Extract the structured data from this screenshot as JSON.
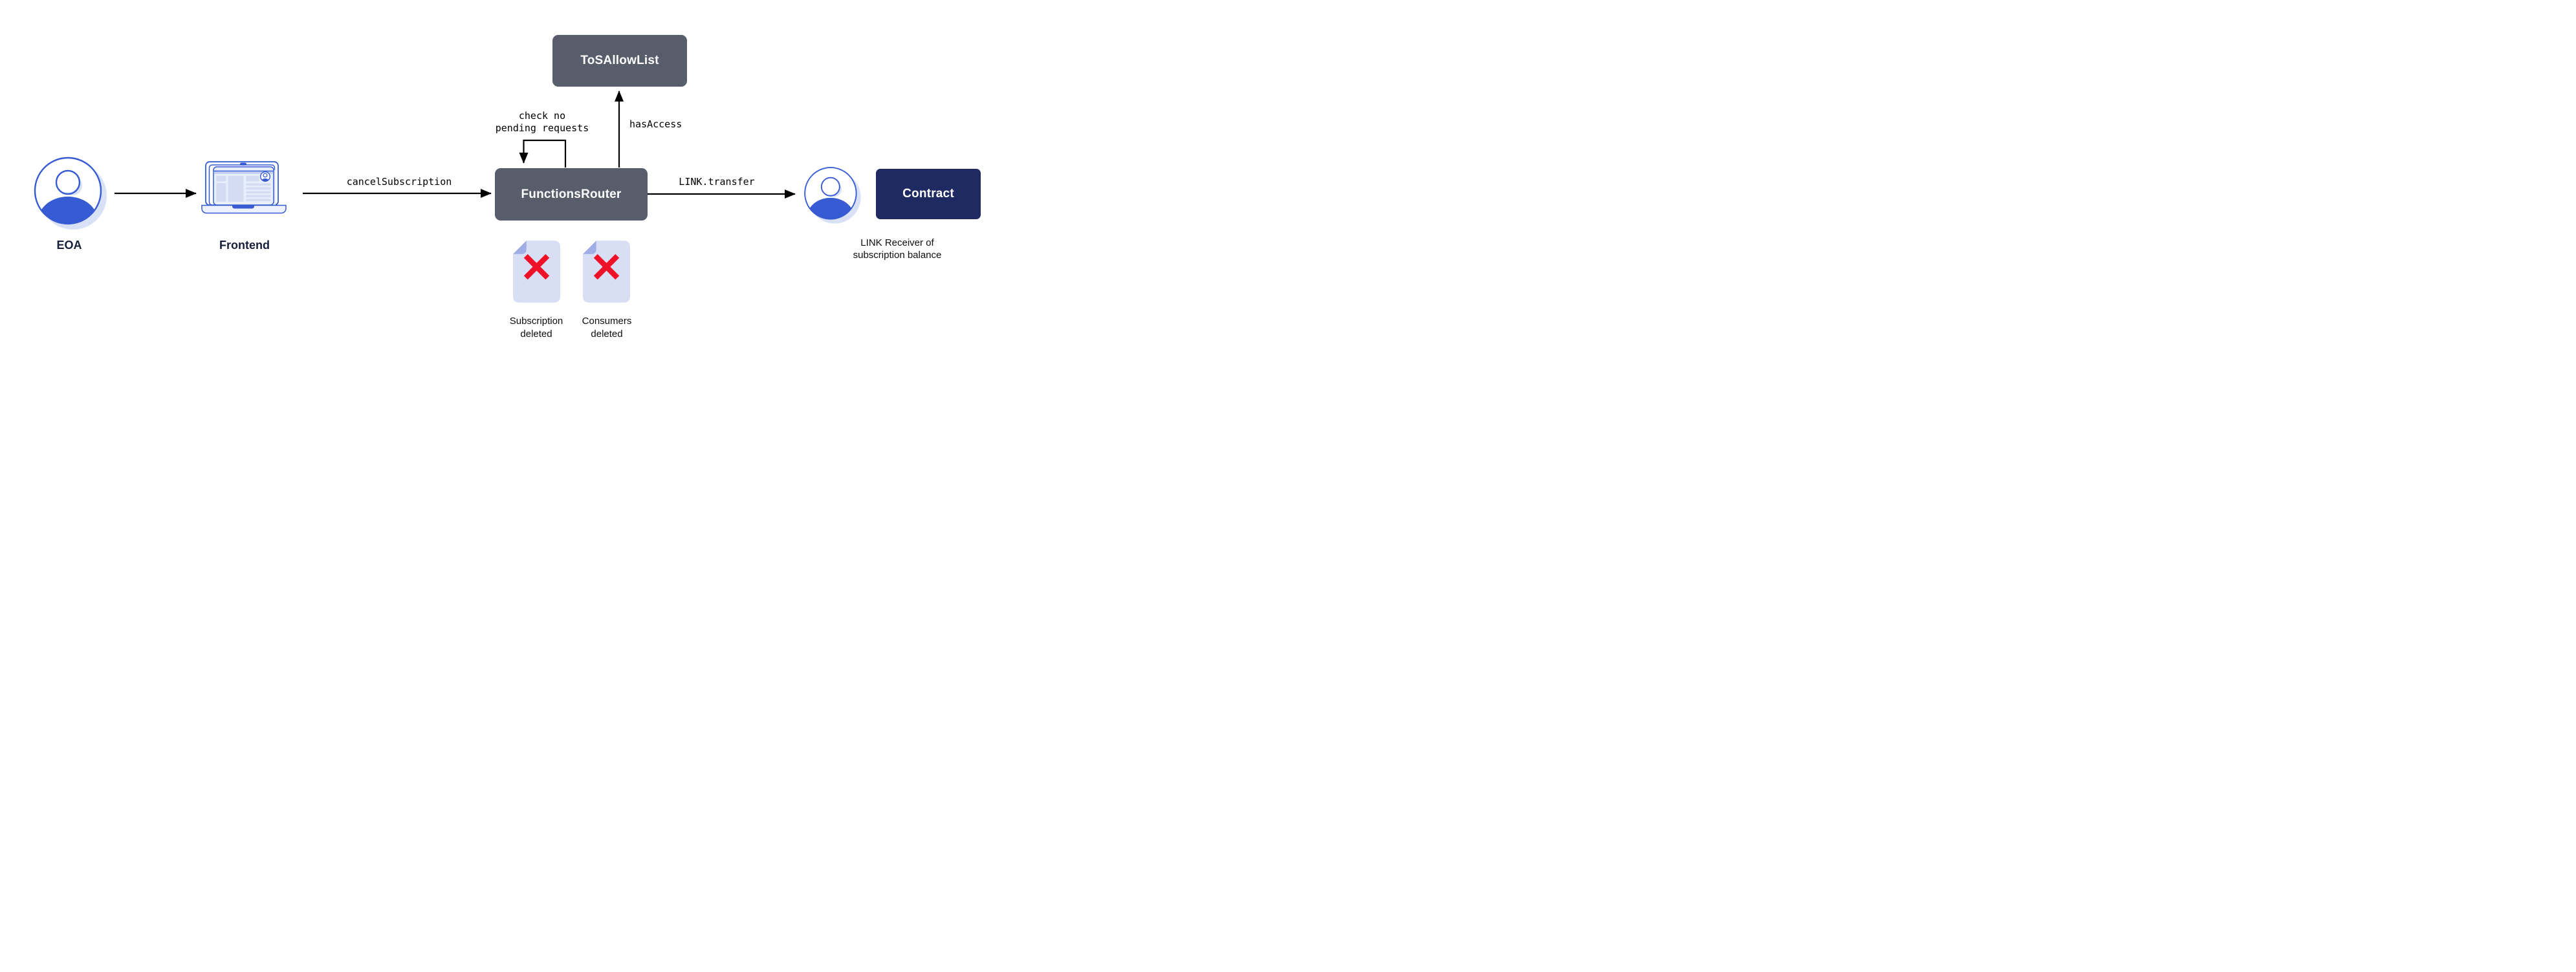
{
  "nodes": {
    "eoa": "EOA",
    "frontend": "Frontend",
    "functions_router": "FunctionsRouter",
    "tos_allow_list": "ToSAllowList",
    "contract": "Contract"
  },
  "edges": {
    "cancel_subscription": "cancelSubscription",
    "check_pending_line1": "check no",
    "check_pending_line2": "pending requests",
    "has_access": "hasAccess",
    "link_transfer": "LINK.transfer"
  },
  "captions": {
    "receiver_line1": "LINK Receiver of",
    "receiver_line2": "subscription balance",
    "doc1_line1": "Subscription",
    "doc1_line2": "deleted",
    "doc2_line1": "Consumers",
    "doc2_line2": "deleted"
  },
  "icons": {
    "eoa": "user-avatar-icon",
    "frontend": "laptop-icon",
    "receiver": "user-avatar-icon",
    "doc1": "deleted-document-icon",
    "doc2": "deleted-document-icon"
  },
  "colors": {
    "box_slate": "#575D6B",
    "box_navy": "#1F2A63",
    "brand_blue": "#375BD2",
    "shadow_blue": "#D9E1F6",
    "window_fill": "#E9EEFB",
    "block_fill": "#D4DCF4",
    "doc_fill": "#D8DFF4",
    "doc_fold": "#9FAFE6",
    "x_red": "#EE1127",
    "label_navy": "#161F3A",
    "arrow_black": "#000000"
  }
}
